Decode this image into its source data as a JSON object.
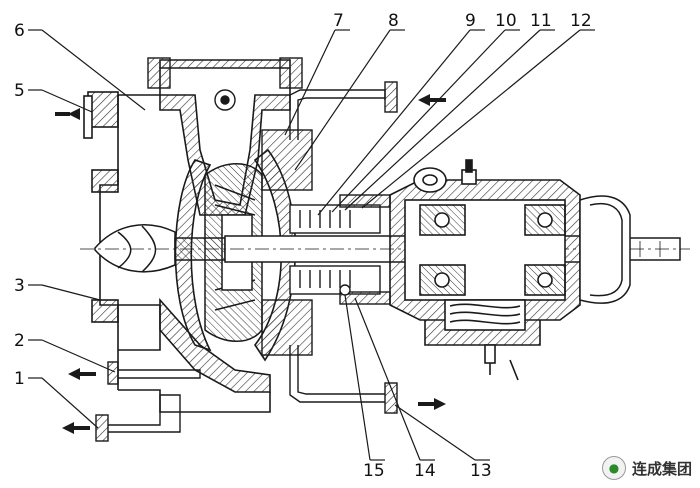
{
  "diagram": {
    "callouts": [
      "1",
      "2",
      "3",
      "5",
      "6",
      "7",
      "8",
      "9",
      "10",
      "11",
      "12",
      "13",
      "14",
      "15"
    ],
    "watermark": "连成集团",
    "colors": {
      "line": "#1a1a1a",
      "hatch": "#333333",
      "background": "#ffffff"
    }
  }
}
